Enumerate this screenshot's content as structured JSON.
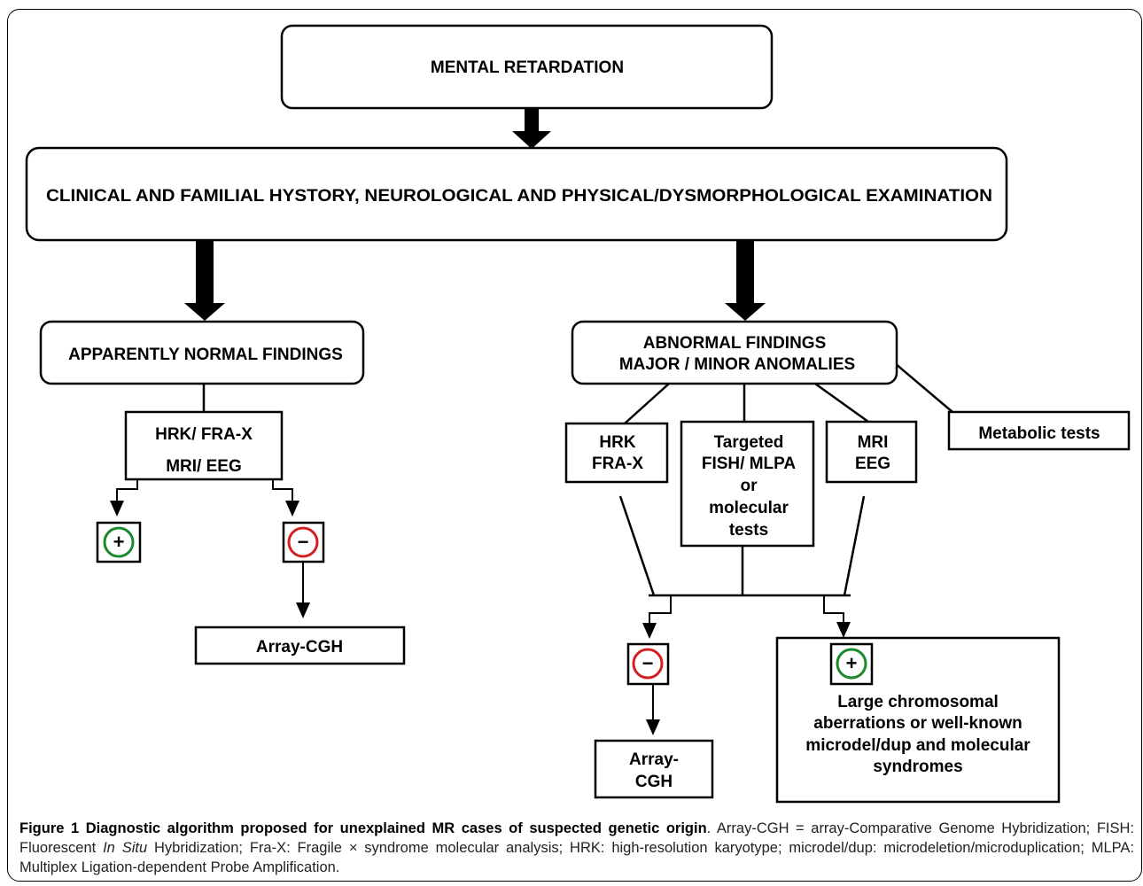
{
  "nodes": {
    "mental_retardation": "MENTAL RETARDATION",
    "clinical_history": "CLINICAL AND FAMILIAL HYSTORY, NEUROLOGICAL AND PHYSICAL/DYSMORPHOLOGICAL EXAMINATION",
    "normal_findings": "APPARENTLY NORMAL FINDINGS",
    "abnormal_findings_1": "ABNORMAL FINDINGS",
    "abnormal_findings_2": "MAJOR / MINOR ANOMALIES",
    "metabolic_tests": "Metabolic tests",
    "hrk_fra_mri_eeg_1": "HRK/ FRA-X",
    "hrk_fra_mri_eeg_2": "MRI/ EEG",
    "hrk_1": "HRK",
    "hrk_2": "FRA-X",
    "targeted_1": "Targeted",
    "targeted_2": "FISH/ MLPA",
    "targeted_3": "or",
    "targeted_4": "molecular",
    "targeted_5": "tests",
    "mri_1": "MRI",
    "mri_2": "EEG",
    "array_cgh_left": "Array-CGH",
    "array_cgh_right_1": "Array-",
    "array_cgh_right_2": "CGH",
    "large_1": "Large chromosomal",
    "large_2": "aberrations or well-known",
    "large_3": "microdel/dup and molecular",
    "large_4": "syndromes",
    "plus": "+",
    "minus": "−"
  },
  "colors": {
    "positive": "#1a8a2a",
    "negative": "#d42020"
  },
  "caption": {
    "title": "Figure 1 Diagnostic algorithm proposed for unexplained MR cases of suspected genetic origin",
    "pre_italic": ". Array-CGH = array-Comparative Genome Hybridization; FISH: Fluorescent ",
    "italic": "In Situ",
    "post_italic": " Hybridization; Fra-X: Fragile × syndrome molecular analysis; HRK: high-resolution karyotype; microdel/dup: microdeletion/microduplication; MLPA: Multiplex Ligation-dependent Probe Amplification."
  }
}
